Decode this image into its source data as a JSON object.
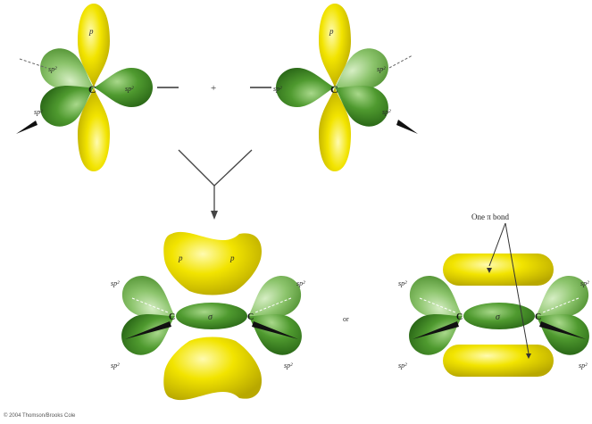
{
  "atom_symbol": "C",
  "top": {
    "p": "p",
    "sp2": "sp²",
    "plus": "+"
  },
  "bottom": {
    "p": "p",
    "sp2": "sp²",
    "sigma": "σ",
    "or": "or",
    "pi_bond_label": "One π bond"
  },
  "colors": {
    "yellow": "#f2e400",
    "green": "#4f9a2f",
    "light_green": "#8cc46c"
  },
  "credit": "© 2004 Thomson/Brooks Cole"
}
